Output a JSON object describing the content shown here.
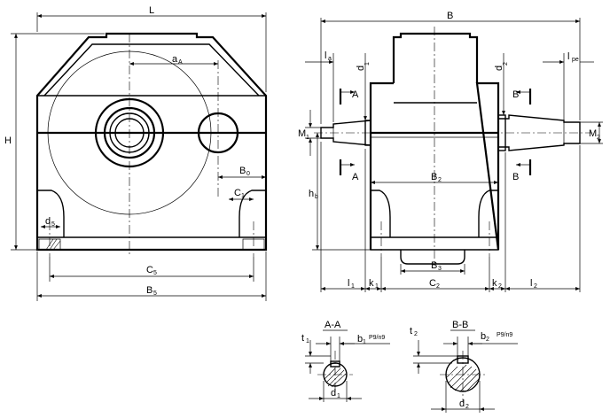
{
  "front_view": {
    "L": "L",
    "H": "H",
    "aA": "a",
    "aA_sub": "A",
    "B0": "B",
    "B0_sub": "0",
    "C1": "C",
    "C1_sub": "1",
    "d5": "d",
    "d5_sub": "5",
    "C5": "C",
    "C5_sub": "5",
    "B5": "B",
    "B5_sub": "5"
  },
  "side_view": {
    "B": "B",
    "la": "l",
    "la_sub": "a",
    "d1": "d",
    "d1_sub": "1",
    "d2": "d",
    "d2_sub": "2",
    "lpe": "l",
    "lpe_sub": "pe",
    "sectionA_top": "A",
    "sectionA_bottom": "A",
    "sectionB_top": "B",
    "sectionB_bottom": "B",
    "M1": "M",
    "M1_sub": "1",
    "M2": "M",
    "M2_sub": "2",
    "hb": "h",
    "hb_sub": "b",
    "B2": "B",
    "B2_sub": "2",
    "B3": "B",
    "B3_sub": "3",
    "l1": "l",
    "l1_sub": "1",
    "k1": "k",
    "k1_sub": "1",
    "C2": "C",
    "C2_sub": "2",
    "k2": "k",
    "k2_sub": "2",
    "l2": "l",
    "l2_sub": "2"
  },
  "section_AA": {
    "title": "A-A",
    "t1": "t",
    "t1_sub": "1",
    "b1": "b",
    "b1_sub": "1",
    "tol": "P9/n9",
    "d1": "d",
    "d1_sub": "1"
  },
  "section_BB": {
    "title": "B-B",
    "t2": "t",
    "t2_sub": "2",
    "b2": "b",
    "b2_sub": "2",
    "tol": "P9/n9",
    "d2": "d",
    "d2_sub": "2"
  }
}
